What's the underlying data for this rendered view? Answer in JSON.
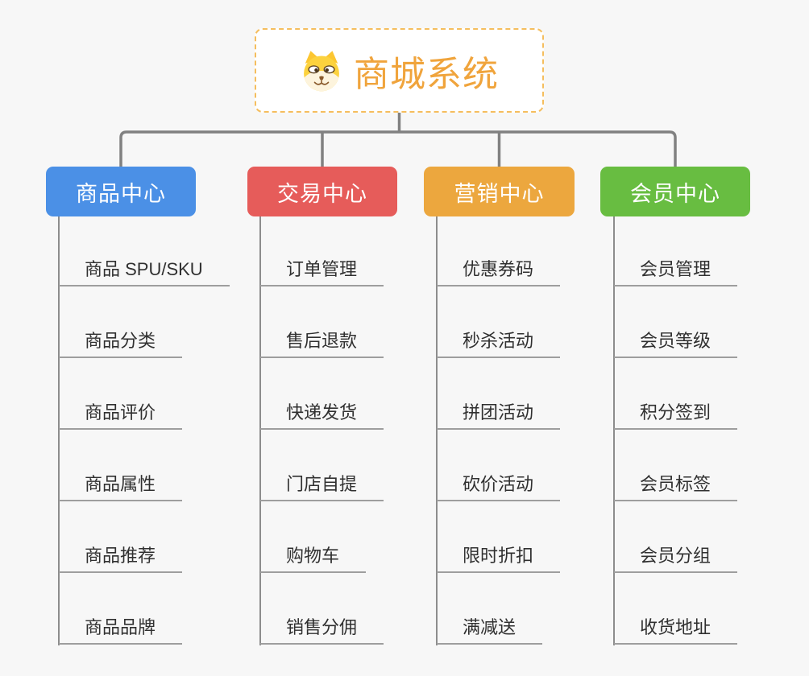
{
  "root": {
    "title": "商城系统",
    "icon": "dog-icon"
  },
  "branches": [
    {
      "label": "商品中心",
      "color": "#4b90e6",
      "items": [
        "商品 SPU/SKU",
        "商品分类",
        "商品评价",
        "商品属性",
        "商品推荐",
        "商品品牌"
      ]
    },
    {
      "label": "交易中心",
      "color": "#e65c5a",
      "items": [
        "订单管理",
        "售后退款",
        "快递发货",
        "门店自提",
        "购物车",
        "销售分佣"
      ]
    },
    {
      "label": "营销中心",
      "color": "#eca73e",
      "items": [
        "优惠券码",
        "秒杀活动",
        "拼团活动",
        "砍价活动",
        "限时折扣",
        "满减送"
      ]
    },
    {
      "label": "会员中心",
      "color": "#68bd41",
      "items": [
        "会员管理",
        "会员等级",
        "积分签到",
        "会员标签",
        "会员分组",
        "收货地址"
      ]
    }
  ],
  "colors": {
    "background": "#f7f7f7",
    "root_border": "#f5be5e",
    "root_text": "#f0a43c",
    "connector": "#818181",
    "leaf_line": "#9e9e9e",
    "leaf_text": "#303030"
  }
}
